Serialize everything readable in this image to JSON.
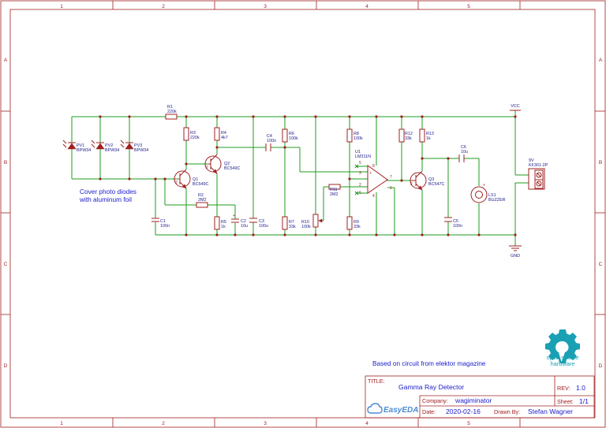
{
  "frame": {
    "columns": [
      "1",
      "2",
      "3",
      "4",
      "5"
    ],
    "rows": [
      "A",
      "B",
      "C",
      "D"
    ]
  },
  "power": {
    "vcc": "VCC",
    "gnd": "GND"
  },
  "components": {
    "pv1": {
      "ref": "PV1",
      "value": "BPW34"
    },
    "pv2": {
      "ref": "PV2",
      "value": "BPW34"
    },
    "pv3": {
      "ref": "PV3",
      "value": "BPW34"
    },
    "r1": {
      "ref": "R1",
      "value": "220k"
    },
    "r2": {
      "ref": "R2",
      "value": "2M2"
    },
    "r3": {
      "ref": "R3",
      "value": "220k"
    },
    "r4": {
      "ref": "R4",
      "value": "4k7"
    },
    "r5": {
      "ref": "R5",
      "value": "1k"
    },
    "r6": {
      "ref": "R6",
      "value": "100k"
    },
    "r7": {
      "ref": "R7",
      "value": "33k"
    },
    "r8": {
      "ref": "R8",
      "value": "100k"
    },
    "r9": {
      "ref": "R9",
      "value": "33k"
    },
    "r10": {
      "ref": "R10",
      "value": "100k"
    },
    "r11": {
      "ref": "R11",
      "value": "2M2"
    },
    "r12": {
      "ref": "R12",
      "value": "33k"
    },
    "r13": {
      "ref": "R13",
      "value": "1k"
    },
    "c1": {
      "ref": "C1",
      "value": "100n"
    },
    "c2": {
      "ref": "C2",
      "value": "10u"
    },
    "c3": {
      "ref": "C3",
      "value": "100u"
    },
    "c4": {
      "ref": "C4",
      "value": "100n"
    },
    "c5": {
      "ref": "C5",
      "value": "100n"
    },
    "c6": {
      "ref": "C6",
      "value": "10u"
    },
    "q1": {
      "ref": "Q1",
      "value": "BC549C"
    },
    "q2": {
      "ref": "Q2",
      "value": "BC549C"
    },
    "q3": {
      "ref": "Q3",
      "value": "BC547C"
    },
    "u1": {
      "ref": "U1",
      "value": "LM311N"
    },
    "ls1": {
      "ref": "LS1",
      "value": "BUZZER"
    },
    "conn": {
      "ref": "9V",
      "value": "KF301-2P"
    }
  },
  "pins": {
    "u1_p5": "5",
    "u1_p3": "3",
    "u1_p2": "2",
    "u1_p6": "6",
    "u1_p8": "8",
    "u1_p4": "4",
    "u1_p7": "7",
    "u1_p1": "1",
    "q_b1": "2",
    "q_b2": "2",
    "q_b3": "2",
    "plus": "+"
  },
  "notes": {
    "cover_line1": "Cover photo diodes",
    "cover_line2": "with aluminum foil",
    "source": "Based on circuit from elektor magazine"
  },
  "logo": {
    "line1": "open source",
    "line2": "hardware",
    "brand": "EasyEDA"
  },
  "title_block": {
    "title_label": "TITLE:",
    "title": "Gamma Ray Detector",
    "rev_label": "REV:",
    "rev": "1.0",
    "company_label": "Company:",
    "company": "wagiminator",
    "sheet_label": "Sheet:",
    "sheet": "1/1",
    "date_label": "Date:",
    "date": "2020-02-16",
    "drawn_label": "Drawn By:",
    "drawn": "Stefan Wagner"
  },
  "colors": {
    "wire": "#1c9c1c",
    "part": "#a02020",
    "label": "#1a1a8c",
    "note": "#1a1acc",
    "logo": "#1aa0b4"
  }
}
